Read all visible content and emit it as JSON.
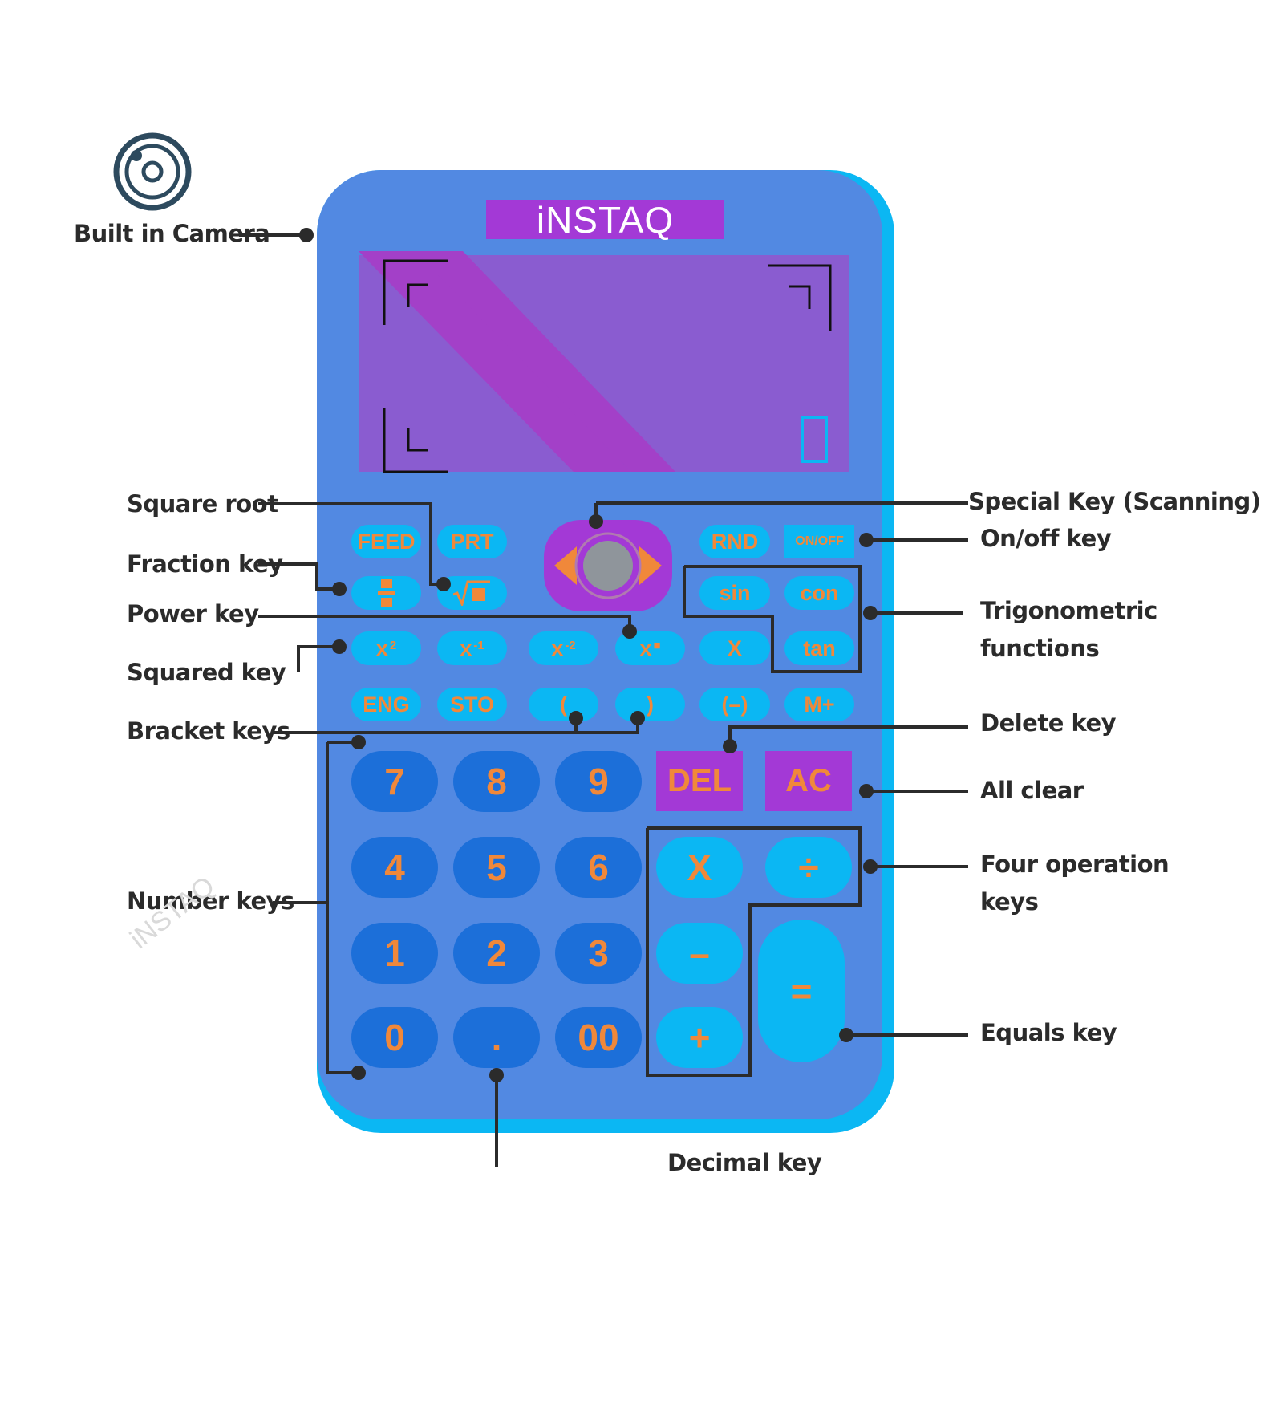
{
  "brand": "iNSTAQ",
  "watermark": "iNSTAQ",
  "colors": {
    "body": "#5289e2",
    "body_edge": "#0bb7f3",
    "screen": "#8a5cd0",
    "small_key": "#0bb7f3",
    "number_key": "#1c6fd9",
    "purple_key": "#a339d6",
    "key_text": "#f0883a",
    "label_text": "#2b2b2b"
  },
  "icons": [
    "camera-icon",
    "fraction-icon",
    "square-root-icon",
    "arrow-left-icon",
    "arrow-right-icon",
    "scan-button-icon"
  ],
  "labels": {
    "camera": "Built in Camera",
    "square_root": "Square root",
    "fraction": "Fraction key",
    "power": "Power key",
    "squared": "Squared key",
    "bracket": "Bracket keys",
    "number": "Number keys",
    "special_key": "Special Key (Scanning)",
    "onoff": "On/off key",
    "trig": [
      "Trigonometric",
      "functions"
    ],
    "delete": "Delete key",
    "all_clear": "All clear",
    "four_op": [
      "Four operation",
      "keys"
    ],
    "equals": "Equals key",
    "decimal": "Decimal key"
  },
  "keys": {
    "feed": "FEED",
    "prt": "PRT",
    "rnd": "RND",
    "onoff": "ON/OFF",
    "sin": "sin",
    "con": "con",
    "x": "x",
    "sup2": "2",
    "supm1": "-1",
    "supm2": "-2",
    "sup_box": "■",
    "times_x": "X",
    "tan": "tan",
    "eng": "ENG",
    "sto": "STO",
    "lparen": "(",
    "rparen": ")",
    "neg": "(–)",
    "mplus": "M+",
    "n7": "7",
    "n8": "8",
    "n9": "9",
    "n4": "4",
    "n5": "5",
    "n6": "6",
    "n1": "1",
    "n2": "2",
    "n3": "3",
    "n0": "0",
    "dot": ".",
    "n00": "00",
    "del": "DEL",
    "ac": "AC",
    "mul": "X",
    "div": "÷",
    "minus": "–",
    "plus": "+",
    "equals": "="
  }
}
